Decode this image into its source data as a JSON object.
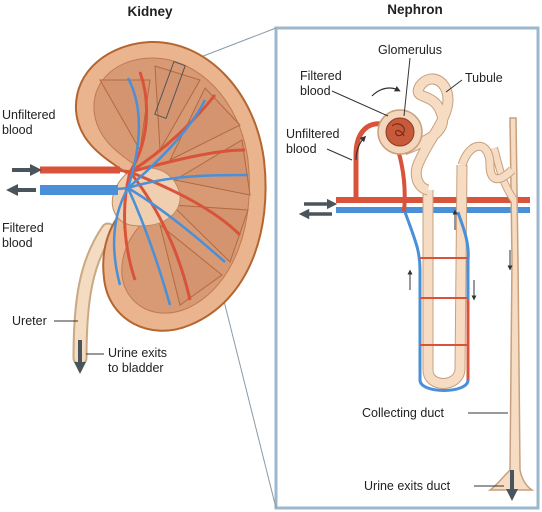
{
  "titles": {
    "kidney": "Kidney",
    "nephron": "Nephron"
  },
  "kidney_labels": {
    "unfiltered_line1": "Unfiltered",
    "unfiltered_line2": "blood",
    "filtered_line1": "Filtered",
    "filtered_line2": "blood",
    "ureter": "Ureter",
    "urine_line1": "Urine exits",
    "urine_line2": "to bladder"
  },
  "nephron_labels": {
    "glomerulus": "Glomerulus",
    "tubule": "Tubule",
    "filtered_line1": "Filtered",
    "filtered_line2": "blood",
    "unfiltered_line1": "Unfiltered",
    "unfiltered_line2": "blood",
    "collecting_duct": "Collecting duct",
    "urine_exits_duct": "Urine exits duct"
  },
  "colors": {
    "kidney_fill": "#e9b48e",
    "kidney_outline": "#b5652f",
    "artery": "#d9533a",
    "vein": "#4a90d9",
    "tubule": "#f5dcc3",
    "tubule_outline": "#c8a07e",
    "inset_frame": "#9bb8cc",
    "arrow": "#4a545c"
  }
}
